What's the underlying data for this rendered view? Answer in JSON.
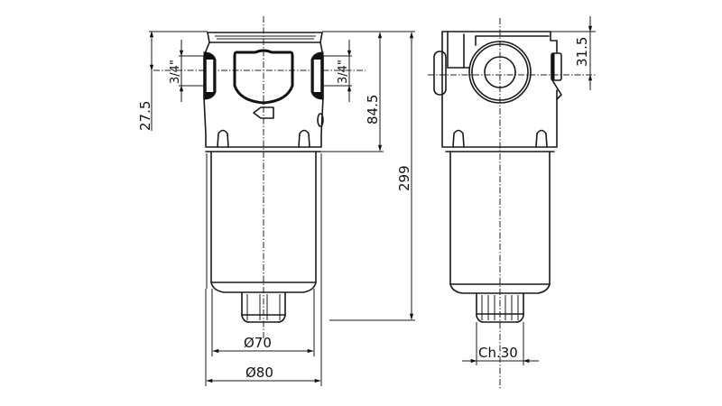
{
  "drawing": {
    "type": "technical-drawing",
    "subject": "filter housing, front and side views",
    "colors": {
      "line": "#1a1a1a",
      "background": "#ffffff"
    }
  },
  "dimensions": {
    "port_height": "27.5",
    "port_size_left": "3/4\"",
    "port_size_right": "3/4\"",
    "head_height": "84.5",
    "overall_height": "299",
    "side_port_height": "31.5",
    "bowl_diameter": "Ø70",
    "head_diameter": "Ø80",
    "hex_size": "Ch.30"
  }
}
